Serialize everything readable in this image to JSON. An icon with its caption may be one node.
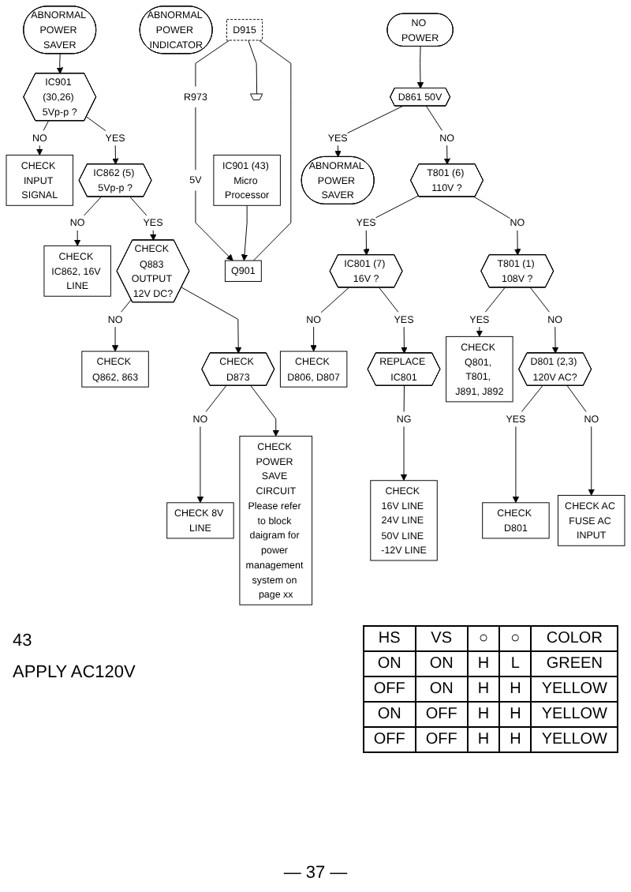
{
  "diagram": {
    "nodes": [
      {
        "text": [
          "ABNORMAL POWER SAVER"
        ]
      },
      {
        "text": [
          "IC901 (30,26) 5Vp-p ?"
        ]
      },
      {
        "text": [
          "CHECK INPUT SIGNAL"
        ]
      },
      {
        "text": [
          "IC862 (5) 5Vp-p ?"
        ]
      },
      {
        "text": [
          "CHECK IC862, 16V LINE"
        ]
      },
      {
        "text": [
          "CHECK Q883 OUTPUT 12V DC?"
        ]
      },
      {
        "text": [
          "CHECK Q862, 863"
        ]
      },
      {
        "text": [
          "CHECK D873"
        ]
      },
      {
        "text": [
          "CHECK 8V LINE"
        ]
      },
      {
        "text": [
          "CHECK POWER SAVE CIRCUIT",
          "Please refer to block daigram for power management system on page xx"
        ]
      },
      {
        "text": [
          "ABNORMAL POWER INDICATOR"
        ]
      },
      {
        "text": [
          "D915"
        ]
      },
      {
        "text": [
          "5V"
        ]
      },
      {
        "text": [
          "Q901"
        ]
      },
      {
        "text": [
          "R973"
        ]
      },
      {
        "text": [],
        "shape": "ground"
      },
      {
        "text": [
          "IC901 (43) Micro Processor"
        ]
      },
      {
        "text": [
          "NO POWER"
        ]
      },
      {
        "text": [
          "D861 50V"
        ]
      },
      {
        "text": [
          "ABNORMAL POWER SAVER"
        ]
      },
      {
        "text": [
          "T801 (6) 110V ?"
        ]
      },
      {
        "text": [
          "IC801 (7) 16V ?"
        ]
      },
      {
        "text": [
          "CHECK D806, D807"
        ]
      },
      {
        "text": [
          "REPLACE IC801"
        ]
      },
      {
        "text": [
          "CHECK 16V LINE 24V LINE 50V LINE -12V LINE"
        ]
      },
      {
        "text": [
          "T801 (1) 108V ?"
        ]
      },
      {
        "text": [
          "CHECK Q801, T801, J891, J892"
        ]
      },
      {
        "text": [
          "D801 (2,3) 120V AC?"
        ]
      },
      {
        "text": [
          "CHECK D801"
        ]
      },
      {
        "text": [
          "CHECK AC FUSE AC INPUT"
        ]
      }
    ],
    "edges": [
      {
        "from": 0,
        "to": 1,
        "arrow": "to"
      },
      {
        "from": 1,
        "to": 2,
        "arrow": "to",
        "label": "NO"
      },
      {
        "from": 1,
        "to": 3,
        "arrow": "to",
        "label": "YES"
      },
      {
        "from": 3,
        "to": 4,
        "arrow": "to",
        "label": "NO"
      },
      {
        "from": 3,
        "to": 5,
        "arrow": "to",
        "label": "YES"
      },
      {
        "from": 5,
        "to": 6,
        "arrow": "to",
        "label": "NO"
      },
      {
        "from": 5,
        "to": 7,
        "arrow": "to"
      },
      {
        "from": 7,
        "to": 8,
        "arrow": "to",
        "label": "NO"
      },
      {
        "from": 7,
        "to": 9,
        "arrow": "to"
      },
      {
        "from": 12,
        "to": 13,
        "arrow": "to"
      },
      {
        "from": 16,
        "to": 13,
        "arrow": "to"
      },
      {
        "from": 13,
        "to": 11,
        "arrow": "none"
      },
      {
        "from": 11,
        "to": 14,
        "arrow": "none"
      },
      {
        "from": 14,
        "to": 12,
        "arrow": "none"
      },
      {
        "from": 11,
        "to": 15,
        "arrow": "none"
      },
      {
        "from": 17,
        "to": 18,
        "arrow": "to"
      },
      {
        "from": 18,
        "to": 19,
        "arrow": "to",
        "label": "YES"
      },
      {
        "from": 18,
        "to": 20,
        "arrow": "to",
        "label": "NO"
      },
      {
        "from": 20,
        "to": 21,
        "arrow": "to",
        "label": "YES"
      },
      {
        "from": 20,
        "to": 25,
        "arrow": "to",
        "label": "NO"
      },
      {
        "from": 21,
        "to": 22,
        "arrow": "to",
        "label": "NO"
      },
      {
        "from": 21,
        "to": 23,
        "arrow": "to",
        "label": "YES"
      },
      {
        "from": 23,
        "to": 24,
        "arrow": "to",
        "label": "NG"
      },
      {
        "from": 25,
        "to": 26,
        "arrow": "to",
        "label": "YES"
      },
      {
        "from": 25,
        "to": 27,
        "arrow": "to",
        "label": "NO"
      },
      {
        "from": 27,
        "to": 28,
        "arrow": "to",
        "label": "YES"
      },
      {
        "from": 27,
        "to": 29,
        "arrow": "to",
        "label": "NO"
      }
    ],
    "labels": [
      "43",
      "HS",
      "VS",
      "○",
      "○",
      "COLOR",
      "ON",
      "ON",
      "H",
      "L",
      "GREEN",
      "OFF",
      "ON",
      "H",
      "H",
      "YELLOW",
      "ON",
      "OFF",
      "H",
      "H",
      "YELLOW",
      "OFF",
      "OFF",
      "H",
      "H",
      "YELLOW",
      "APPLY AC120V",
      "— 37 —"
    ]
  }
}
